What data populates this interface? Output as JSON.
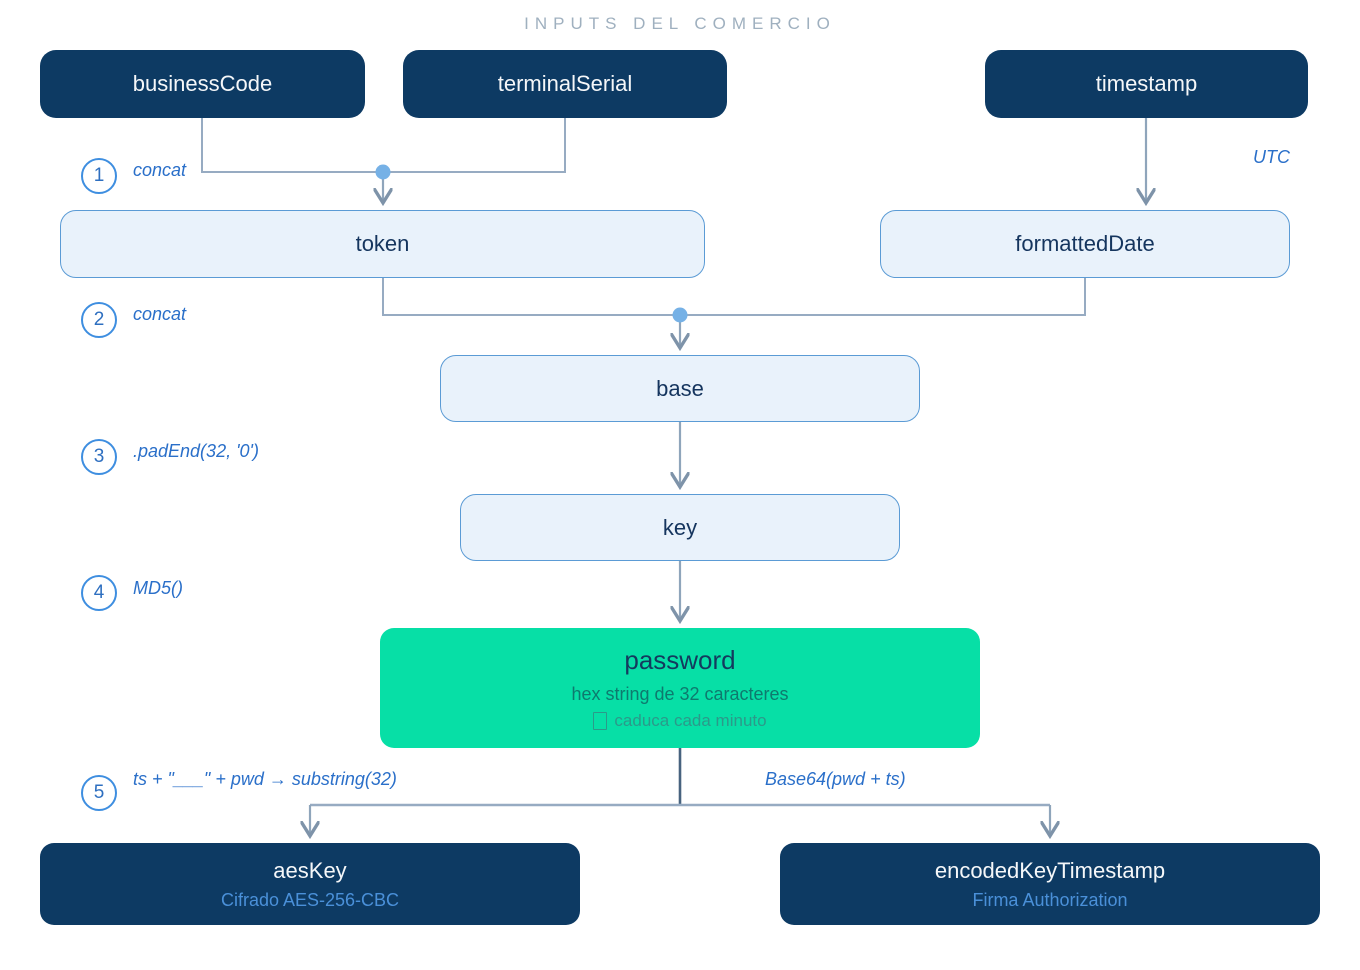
{
  "title": "INPUTS DEL COMERCIO",
  "colors": {
    "navy_box": "#0d3a63",
    "light_box_fill": "#e9f2fb",
    "light_box_border": "#5b9bd5",
    "green_box": "#07dfa6",
    "connector": "#97abc2",
    "junction_dot": "#76b1e6",
    "step_accent": "#3e8ee0",
    "label_blue": "#2a6fc9",
    "subtitle_blue": "#4a90d9",
    "title_gray": "#9fb0bf"
  },
  "inputs": [
    {
      "label": "businessCode"
    },
    {
      "label": "terminalSerial"
    },
    {
      "label": "timestamp"
    }
  ],
  "steps": [
    {
      "num": "1",
      "label": "concat"
    },
    {
      "num": "2",
      "label": "concat"
    },
    {
      "num": "3",
      "label": ".padEnd(32, '0')"
    },
    {
      "num": "4",
      "label": "MD5()"
    },
    {
      "num": "5",
      "label": "ts + \"___\" + pwd → substring(32)"
    }
  ],
  "annotations": {
    "utc": "UTC",
    "base64": "Base64(pwd + ts)"
  },
  "nodes": {
    "token": {
      "label": "token"
    },
    "formattedDate": {
      "label": "formattedDate"
    },
    "base": {
      "label": "base"
    },
    "key": {
      "label": "key"
    },
    "password": {
      "title": "password",
      "subtitle": "hex string de 32 caracteres",
      "expiry": "caduca cada minuto"
    },
    "aesKey": {
      "title": "aesKey",
      "subtitle": "Cifrado AES-256-CBC"
    },
    "encodedKeyTimestamp": {
      "title": "encodedKeyTimestamp",
      "subtitle": "Firma Authorization"
    }
  }
}
